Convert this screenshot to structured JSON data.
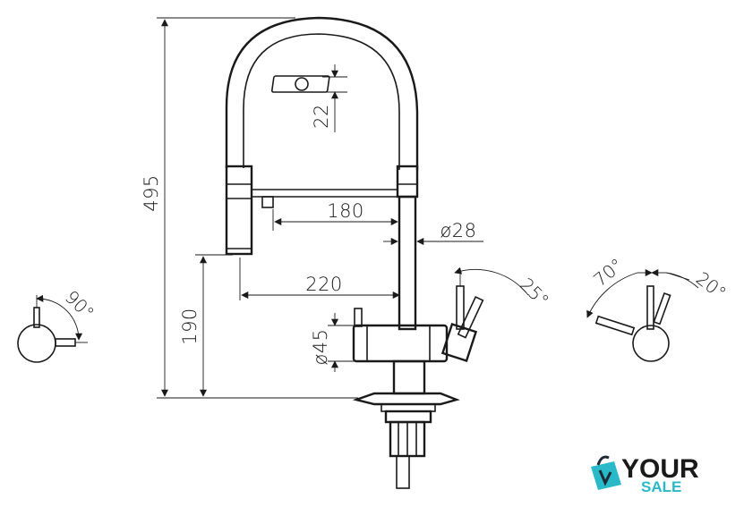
{
  "drawing": {
    "dimensions": {
      "total_height": "495",
      "spout_to_head": "22",
      "reach_inner": "180",
      "body_diameter": "ø28",
      "reach_outer": "220",
      "outlet_height": "190",
      "base_diameter": "ø45"
    },
    "angles": {
      "side_lever": "90°",
      "main_lever": "25°",
      "top_left": "70°",
      "top_right": "20°"
    }
  },
  "logo": {
    "line1": "YOUR",
    "line2": "SALE",
    "colors": {
      "teal": "#29b9c9",
      "dark": "#1e2a33"
    }
  }
}
